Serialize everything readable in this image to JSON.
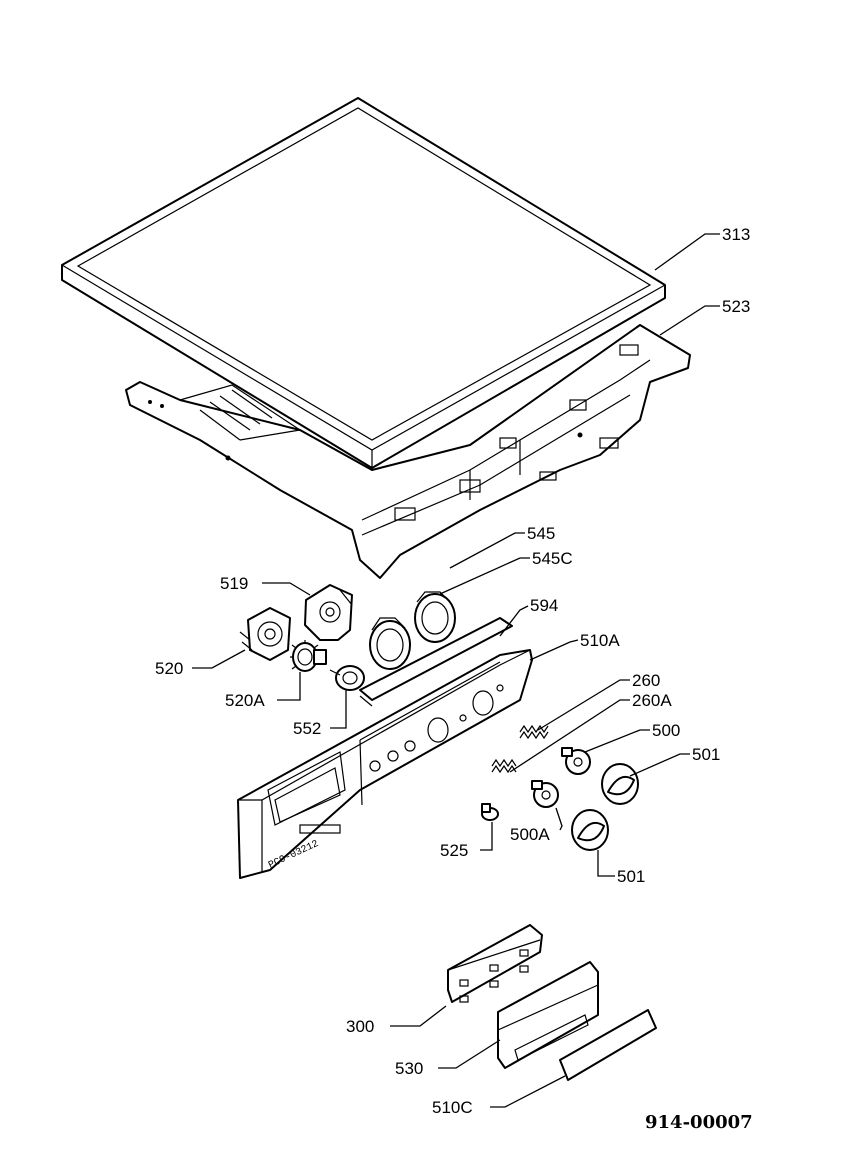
{
  "drawing_code": "914-00007",
  "panel_stamp": "PC9-03212",
  "parts": [
    {
      "id": "p313",
      "label": "313"
    },
    {
      "id": "p523",
      "label": "523"
    },
    {
      "id": "p545",
      "label": "545"
    },
    {
      "id": "p545c",
      "label": "545C"
    },
    {
      "id": "p519",
      "label": "519"
    },
    {
      "id": "p594",
      "label": "594"
    },
    {
      "id": "p510a",
      "label": "510A"
    },
    {
      "id": "p520",
      "label": "520"
    },
    {
      "id": "p260",
      "label": "260"
    },
    {
      "id": "p260a",
      "label": "260A"
    },
    {
      "id": "p520a",
      "label": "520A"
    },
    {
      "id": "p500",
      "label": "500"
    },
    {
      "id": "p552",
      "label": "552"
    },
    {
      "id": "p501a",
      "label": "501"
    },
    {
      "id": "p500a",
      "label": "500A"
    },
    {
      "id": "p525",
      "label": "525"
    },
    {
      "id": "p501b",
      "label": "501"
    },
    {
      "id": "p300",
      "label": "300"
    },
    {
      "id": "p530",
      "label": "530"
    },
    {
      "id": "p510c",
      "label": "510C"
    }
  ]
}
